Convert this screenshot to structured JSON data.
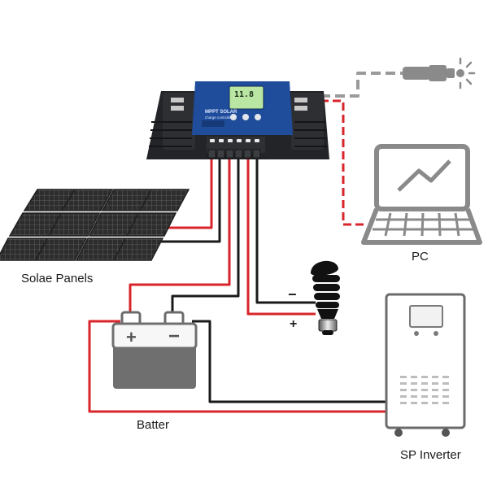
{
  "labels": {
    "solar_panels": "Solae Panels",
    "pc": "PC",
    "battery": "Batter",
    "inverter": "SP Inverter"
  },
  "battery": {
    "plus": "+",
    "minus": "−"
  },
  "bulb": {
    "minus": "−",
    "plus": "+"
  },
  "controller": {
    "line1": "MPPT SOLAR",
    "line2": "charge controller",
    "readout": "11.8"
  },
  "colors": {
    "red_wire": "#d8242b",
    "black_wire": "#1a1a1a",
    "dashed_wire": "#9a9a9a",
    "icon_gray": "#8a8a8a",
    "panel_dark": "#2b2b2b",
    "controller_body": "#232427",
    "controller_face": "#1f4d9c",
    "lcd": "#b9e6a2"
  },
  "icons": [
    "solar-panel-icon",
    "charge-controller-icon",
    "laptop-icon",
    "car-charger-icon",
    "bulb-icon",
    "battery-icon",
    "inverter-icon"
  ]
}
